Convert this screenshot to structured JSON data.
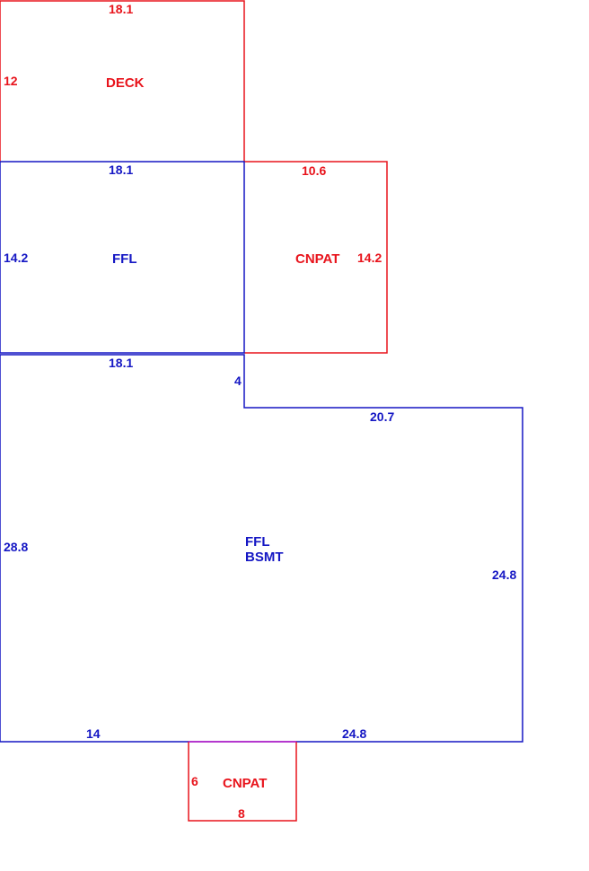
{
  "colors": {
    "outline_red": "#e8131b",
    "outline_blue": "#1517c4",
    "shared_edge": "#c31cc8"
  },
  "deck": {
    "label": "DECK",
    "dim_top": "18.1",
    "dim_left": "12"
  },
  "ffl_upper": {
    "label": "FFL",
    "dim_top": "18.1",
    "dim_left": "14.2"
  },
  "cnpat_right": {
    "label": "CNPAT",
    "dim_top": "10.6",
    "dim_right": "14.2"
  },
  "main": {
    "label_line1": "FFL",
    "label_line2": "BSMT",
    "dim_top": "18.1",
    "dim_step": "4",
    "dim_top_right": "20.7",
    "dim_left": "28.8",
    "dim_right": "24.8",
    "dim_bottom_left": "14",
    "dim_bottom_right": "24.8"
  },
  "cnpat_bottom": {
    "label": "CNPAT",
    "dim_left": "6",
    "dim_bottom": "8"
  }
}
